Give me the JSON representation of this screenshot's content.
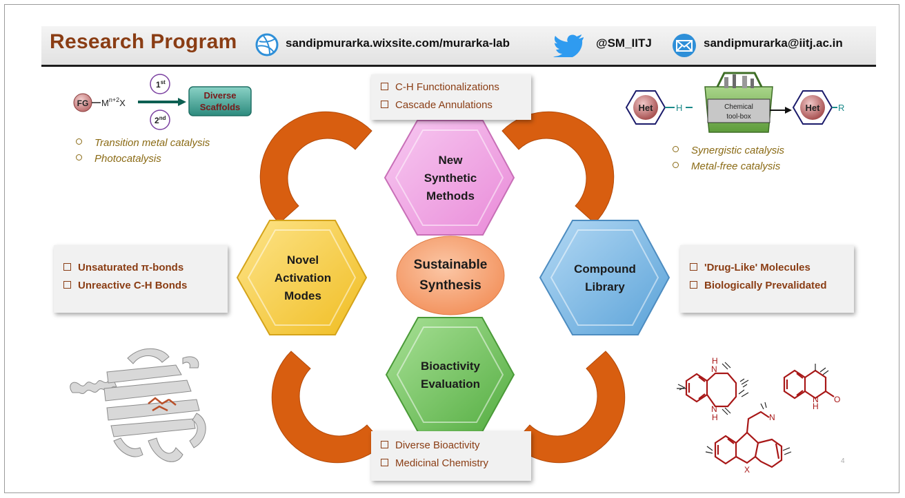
{
  "header": {
    "title": "Research Program",
    "website": "sandipmurarka.wixsite.com/murarka-lab",
    "twitter": "@SM_IITJ",
    "email": "sandipmurarka@iitj.ac.in"
  },
  "hexagons": {
    "top": [
      "New",
      "Synthetic",
      "Methods"
    ],
    "left": [
      "Novel",
      "Activation",
      "Modes"
    ],
    "right": [
      "Compound",
      "Library"
    ],
    "bottom": [
      "Bioactivity",
      "Evaluation"
    ],
    "center": [
      "Sustainable",
      "Synthesis"
    ]
  },
  "boxes": {
    "top": [
      "C-H Functionalizations",
      "Cascade Annulations"
    ],
    "left": [
      "Unsaturated π-bonds",
      "Unreactive C-H Bonds"
    ],
    "right": [
      "'Drug-Like' Molecules",
      "Biologically Prevalidated"
    ],
    "bottom": [
      "Diverse Bioactivity",
      "Medicinal Chemistry"
    ]
  },
  "top_left": {
    "scheme": {
      "fg": "FG",
      "metal": "M",
      "metal_sup": "n+2",
      "metal_x": "X",
      "first": "1",
      "first_sup": "st",
      "second": "2",
      "second_sup": "nd",
      "target": [
        "Diverse",
        "Scaffolds"
      ]
    },
    "bullets": [
      "Transition metal catalysis",
      "Photocatalysis"
    ]
  },
  "top_right": {
    "scheme": {
      "het": "Het",
      "h": "H",
      "r": "R",
      "toolbox": [
        "Chemical",
        "tool-box"
      ]
    },
    "bullets": [
      "Synergistic catalysis",
      "Metal-free catalysis"
    ]
  },
  "bottom_right": {
    "atoms": {
      "n": "N",
      "h": "H",
      "o": "O",
      "x": "X"
    }
  },
  "page_number": "4",
  "colors": {
    "title": "#8a3d14",
    "arc": "#d85e10",
    "hex_top": "#f3a9e6",
    "hex_left": "#f7d046",
    "hex_right": "#7cb7e4",
    "hex_bottom": "#78c865",
    "center": "#f6a070",
    "molecule": "#a81717"
  }
}
